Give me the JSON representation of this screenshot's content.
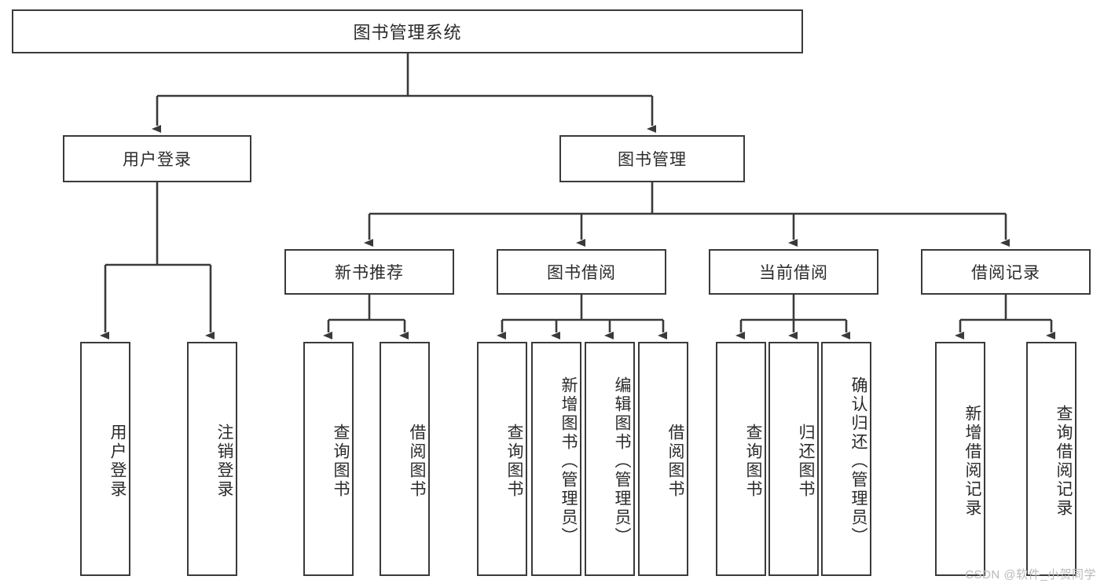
{
  "diagram": {
    "type": "tree-hierarchy-chart",
    "title": "图书管理系统",
    "background_color": "#ffffff",
    "box_border_color": "#3a3a3a",
    "text_color": "#2b2b2b",
    "connector_color": "#3a3a3a",
    "levels": 3
  },
  "nodes": {
    "root": {
      "label": "图书管理系统",
      "level": 0,
      "orientation": "horizontal"
    },
    "level1": [
      {
        "id": "user-login",
        "label": "用户登录",
        "orientation": "horizontal"
      },
      {
        "id": "book-management",
        "label": "图书管理",
        "orientation": "horizontal"
      }
    ],
    "level2": [
      {
        "id": "new-book-recommend",
        "label": "新书推荐",
        "orientation": "horizontal",
        "parent": "book-management"
      },
      {
        "id": "book-borrow",
        "label": "图书借阅",
        "orientation": "horizontal",
        "parent": "book-management"
      },
      {
        "id": "current-borrow",
        "label": "当前借阅",
        "orientation": "horizontal",
        "parent": "book-management"
      },
      {
        "id": "borrow-record",
        "label": "借阅记录",
        "orientation": "horizontal",
        "parent": "book-management"
      }
    ],
    "leaves": [
      {
        "id": "leaf-user-login",
        "label": "用户登录",
        "parent": "user-login",
        "orientation": "vertical"
      },
      {
        "id": "leaf-user-logout",
        "label": "注销登录",
        "parent": "user-login",
        "orientation": "vertical"
      },
      {
        "id": "leaf-query-book-1",
        "label": "查询图书",
        "parent": "new-book-recommend",
        "orientation": "vertical"
      },
      {
        "id": "leaf-borrow-book-1",
        "label": "借阅图书",
        "parent": "new-book-recommend",
        "orientation": "vertical"
      },
      {
        "id": "leaf-query-book-2",
        "label": "查询图书",
        "parent": "book-borrow",
        "orientation": "vertical"
      },
      {
        "id": "leaf-add-book",
        "label": "新增图书（管理员）",
        "parent": "book-borrow",
        "orientation": "vertical"
      },
      {
        "id": "leaf-edit-book",
        "label": "编辑图书（管理员）",
        "parent": "book-borrow",
        "orientation": "vertical"
      },
      {
        "id": "leaf-borrow-book-2",
        "label": "借阅图书",
        "parent": "book-borrow",
        "orientation": "vertical"
      },
      {
        "id": "leaf-query-book-3",
        "label": "查询图书",
        "parent": "current-borrow",
        "orientation": "vertical"
      },
      {
        "id": "leaf-return-book",
        "label": "归还图书",
        "parent": "current-borrow",
        "orientation": "vertical"
      },
      {
        "id": "leaf-confirm-return",
        "label": "确认归还（管理员）",
        "parent": "current-borrow",
        "orientation": "vertical"
      },
      {
        "id": "leaf-add-record",
        "label": "新增借阅记录",
        "parent": "borrow-record",
        "orientation": "vertical"
      },
      {
        "id": "leaf-query-record",
        "label": "查询借阅记录",
        "parent": "borrow-record",
        "orientation": "vertical"
      }
    ]
  },
  "watermark": {
    "text": "CSDN @软件_小贺同学"
  }
}
